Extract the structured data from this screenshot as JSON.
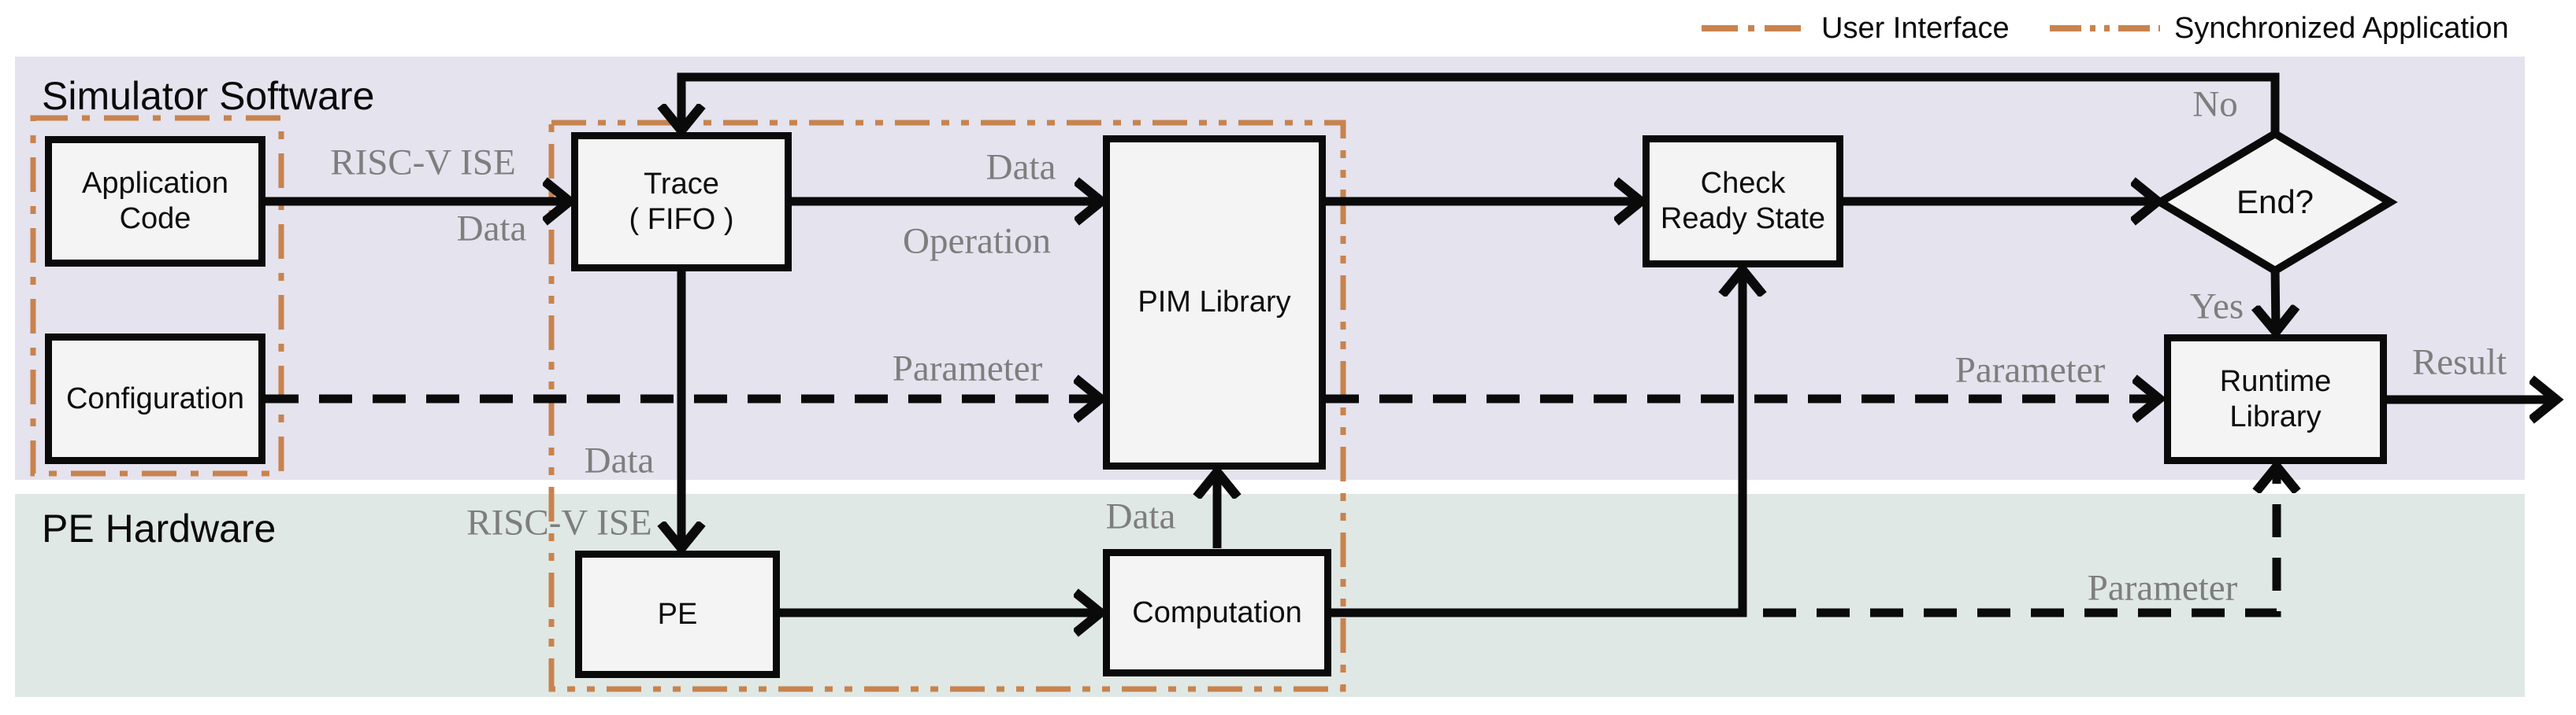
{
  "legend": {
    "items": [
      {
        "label": "User Interface",
        "style": "orange-dash-dot"
      },
      {
        "label": "Synchronized Application",
        "style": "orange-dash-dot-dot"
      }
    ]
  },
  "regions": {
    "simulator": {
      "title": "Simulator Software"
    },
    "hardware": {
      "title": "PE Hardware"
    }
  },
  "nodes": {
    "application_code": "Application\nCode",
    "configuration": "Configuration",
    "trace": "Trace\n( FIFO )",
    "pim_library": "PIM Library",
    "check_ready": "Check\nReady State",
    "end_decision": "End?",
    "runtime_library": "Runtime\nLibrary",
    "pe": "PE",
    "computation": "Computation"
  },
  "edge_labels": {
    "risc_v_ise_top": "RISC-V ISE",
    "data_app_trace": "Data",
    "data_trace_pim": "Data",
    "operation": "Operation",
    "parameter_left": "Parameter",
    "parameter_right": "Parameter",
    "parameter_bottom": "Parameter",
    "no": "No",
    "yes": "Yes",
    "result": "Result",
    "risc_v_ise_bottom": "RISC-V ISE",
    "data_trace_pe": "Data",
    "data_computation_pim": "Data"
  },
  "colors": {
    "simulator_region_bg": "#e4e3ee",
    "hardware_region_bg": "#dfe8e5",
    "node_fill": "#f4f4f4",
    "line": "#0a0a0a",
    "group_outline_orange": "#c8834e",
    "edge_label_gray": "#7e7e7e"
  }
}
